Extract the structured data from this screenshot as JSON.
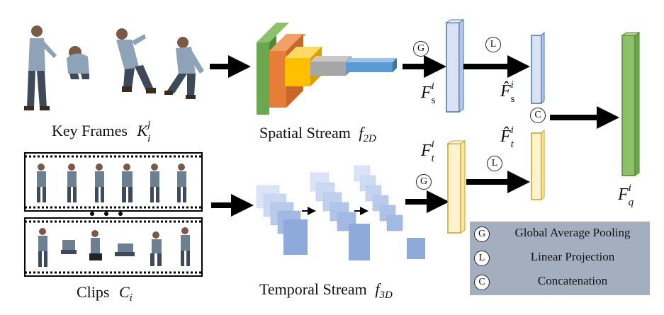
{
  "inputs": {
    "key_frames_label": "Key Frames",
    "key_frames_symbol": "K",
    "key_frames_sub": "i",
    "key_frames_sup": "j",
    "clips_label": "Clips",
    "clips_symbol": "C",
    "clips_sub": "i"
  },
  "streams": {
    "spatial_label": "Spatial Stream",
    "spatial_symbol": "f",
    "spatial_sub": "2D",
    "temporal_label": "Temporal Stream",
    "temporal_symbol": "f",
    "temporal_sub": "3D"
  },
  "features": {
    "fs": {
      "symbol": "F",
      "sub": "s",
      "sup": "i"
    },
    "ft": {
      "symbol": "F",
      "sub": "t",
      "sup": "i"
    },
    "fs_hat": {
      "symbol": "F̂",
      "sub": "s",
      "sup": "i"
    },
    "ft_hat": {
      "symbol": "F̂",
      "sub": "t",
      "sup": "i"
    },
    "fq": {
      "symbol": "F",
      "sub": "q",
      "sup": "i"
    }
  },
  "ops": {
    "g": "G",
    "l": "L",
    "c": "C"
  },
  "legend": [
    {
      "key": "G",
      "text": "Global Average Pooling"
    },
    {
      "key": "L",
      "text": "Linear Projection"
    },
    {
      "key": "C",
      "text": "Concatenation"
    }
  ],
  "colors": {
    "spatial_green": "#6aa84f",
    "spatial_orange": "#e67e3a",
    "spatial_yellow": "#ffc000",
    "spatial_gray": "#a6a6a6",
    "spatial_blue": "#5b9bd5",
    "fs_bar": "#dae3f3",
    "ft_bar": "#fff2cc",
    "fq_bar": "#8cc16a",
    "cube_light": "#dbe4f6",
    "cube_dark": "#8eaadb",
    "legend_bg": "#a3aebe"
  }
}
